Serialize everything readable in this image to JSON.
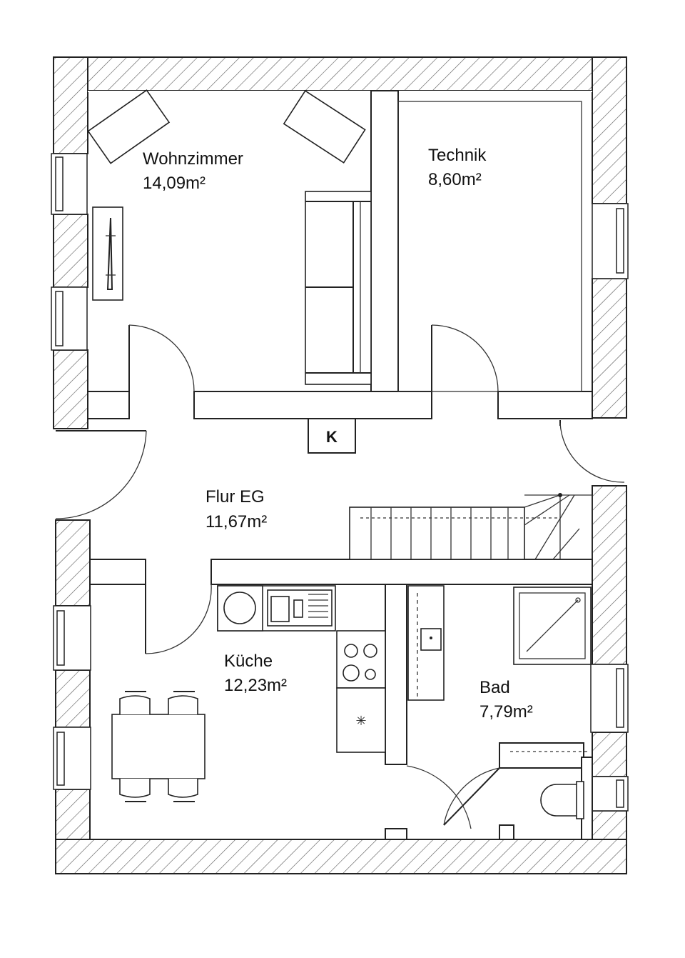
{
  "rooms": {
    "wohnzimmer": {
      "name": "Wohnzimmer",
      "area": "14,09m²"
    },
    "technik": {
      "name": "Technik",
      "area": "8,60m²"
    },
    "flur": {
      "name": "Flur EG",
      "area": "11,67m²"
    },
    "kueche": {
      "name": "Küche",
      "area": "12,23m²"
    },
    "bad": {
      "name": "Bad",
      "area": "7,79m²"
    }
  },
  "chimney": {
    "label": "K"
  },
  "colors": {
    "line": "#222222",
    "background": "#ffffff",
    "hatch": "#555555"
  }
}
